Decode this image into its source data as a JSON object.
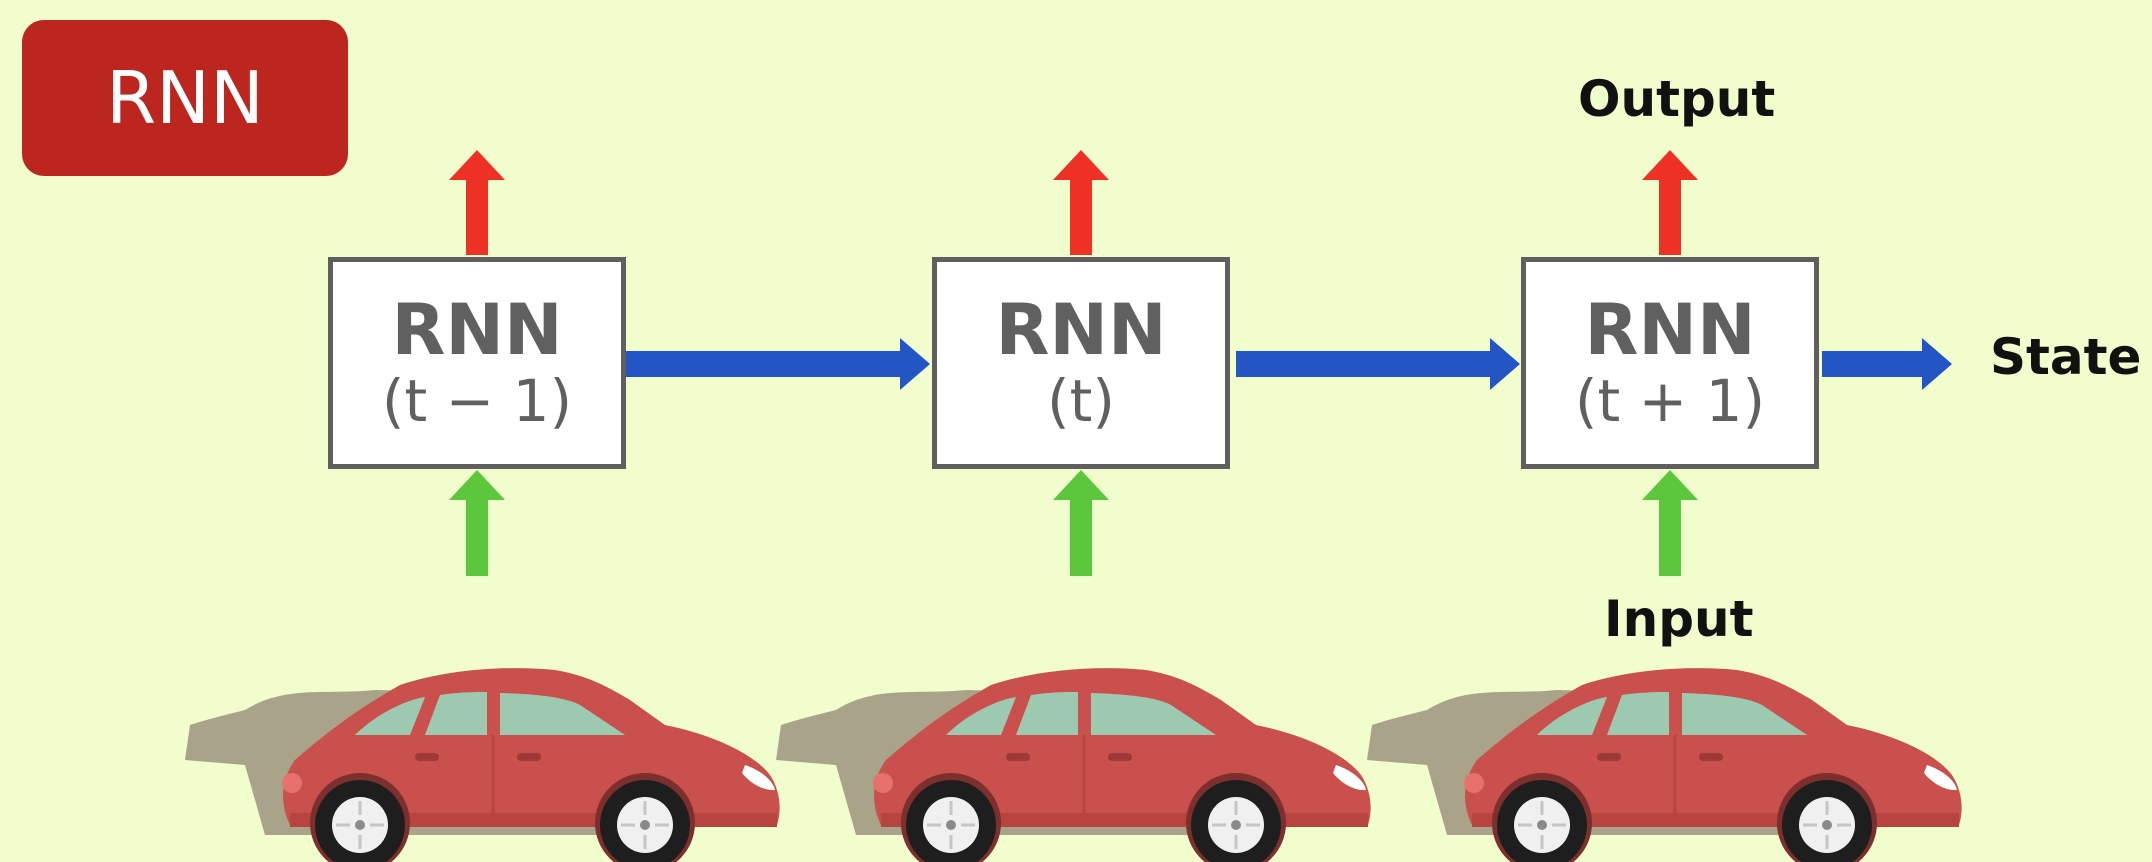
{
  "header": {
    "badge": "RNN"
  },
  "cells": [
    {
      "title": "RNN",
      "step": "(t − 1)"
    },
    {
      "title": "RNN",
      "step": "(t)"
    },
    {
      "title": "RNN",
      "step": "(t + 1)"
    }
  ],
  "labels": {
    "output": "Output",
    "state": "State",
    "input": "Input"
  },
  "colors": {
    "background": "#f1fdcc",
    "badge": "#bd261f",
    "output_arrow": "#ee3124",
    "state_arrow": "#2356c4",
    "input_arrow": "#5cc63d",
    "car_body": "#c9504c",
    "car_window": "#9ec9b1",
    "car_shadow": "#a9a389"
  },
  "icons": [
    "car-icon",
    "output-arrow-icon",
    "input-arrow-icon",
    "state-arrow-icon"
  ]
}
